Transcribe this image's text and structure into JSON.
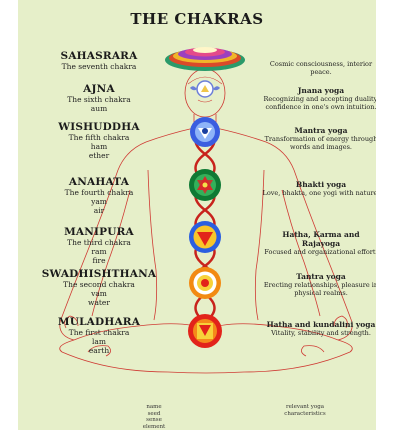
{
  "title": "THE CHAKRAS",
  "chakras": [
    {
      "name": "SAHASRARA",
      "subtitle": "The seventh chakra",
      "mantra": "",
      "element": "",
      "yoga_name": "",
      "yoga_desc": "Cosmic consciousness, interior peace.",
      "color": "#7f3fbf"
    },
    {
      "name": "AJNA",
      "subtitle": "The sixth chakra",
      "mantra": "aum",
      "element": "",
      "yoga_name": "Jnana yoga",
      "yoga_desc": "Recognizing and accepting duality, confidence in one's own intuition.",
      "color": "#7a8ee6"
    },
    {
      "name": "WISHUDDHA",
      "subtitle": "The fifth chakra",
      "mantra": "ham",
      "element": "ether",
      "yoga_name": "Mantra yoga",
      "yoga_desc": "Transformation of energy through words and images.",
      "color": "#2a4fd6"
    },
    {
      "name": "ANAHATA",
      "subtitle": "The fourth chakra",
      "mantra": "yam",
      "element": "air",
      "yoga_name": "Bhakti yoga",
      "yoga_desc": "Love, bhakta, one yogi with nature.",
      "color": "#0f8a3c"
    },
    {
      "name": "MANIPURA",
      "subtitle": "The third chakra",
      "mantra": "ram",
      "element": "fire",
      "yoga_name": "Hatha, Karma and Rajayoga",
      "yoga_desc": "Focused and organizational effort.",
      "color": "#2a5fe0"
    },
    {
      "name": "SWADHISHTHANA",
      "subtitle": "The second chakra",
      "mantra": "vam",
      "element": "water",
      "yoga_name": "Tantra yoga",
      "yoga_desc": "Erecting relationships, pleasure in physical realms.",
      "color": "#f2a010"
    },
    {
      "name": "MULADHARA",
      "subtitle": "The first chakra",
      "mantra": "lam",
      "element": "earth",
      "yoga_name": "Hatha and kundalini yoga",
      "yoga_desc": "Vitality, stability and strength.",
      "color": "#e2231a"
    }
  ],
  "footer_left": [
    "name",
    "seed",
    "sense",
    "element"
  ],
  "footer_right": [
    "relevant yoga",
    "characteristics"
  ]
}
